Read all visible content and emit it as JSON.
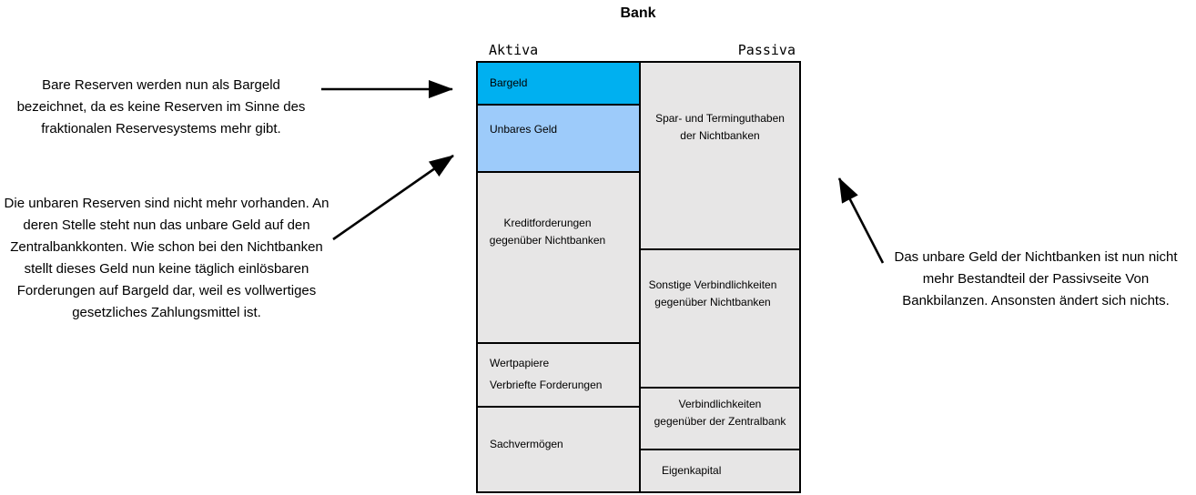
{
  "title": "Bank",
  "balance_sheet": {
    "aktiva_header": "Aktiva",
    "passiva_header": "Passiva",
    "assets": [
      {
        "label": "Bargeld",
        "color": "#00B0F0"
      },
      {
        "label": "Unbares Geld",
        "color": "#9DCBFA"
      },
      {
        "lines": [
          "Kreditforderungen",
          "gegenüber Nichtbanken"
        ],
        "color": "#E7E6E6"
      },
      {
        "lines": [
          "Wertpapiere",
          "Verbriefte Forderungen"
        ],
        "color": "#E7E6E6"
      },
      {
        "label": "Sachvermögen",
        "color": "#E7E6E6"
      }
    ],
    "liabilities": [
      {
        "lines": [
          "Spar- und Terminguthaben",
          "der Nichtbanken"
        ],
        "color": "#E7E6E6"
      },
      {
        "lines": [
          "Sonstige Verbindlichkeiten",
          "gegenüber Nichtbanken"
        ],
        "color": "#E7E6E6"
      },
      {
        "lines": [
          "Verbindlichkeiten",
          "gegenüber der Zentralbank"
        ],
        "color": "#E7E6E6"
      },
      {
        "label": "Eigenkapital",
        "color": "#E7E6E6"
      }
    ]
  },
  "annotations": {
    "left_top": {
      "lines": [
        "Bare Reserven werden nun als Bargeld bezeichnet,",
        "da es keine Reserven im Sinne des fraktionalen",
        "Reservesystems mehr gibt."
      ]
    },
    "left_bottom": {
      "lines": [
        "Die unbaren Reserven sind nicht mehr vorhanden.",
        "An deren Stelle steht nun das unbare Geld auf den",
        "Zentralbankkonten. Wie schon bei den Nichtbanken",
        "stellt dieses Geld nun keine täglich einlösbaren",
        "Forderungen auf Bargeld dar, weil es",
        "vollwertiges gesetzliches Zahlungsmittel ist."
      ]
    },
    "right": {
      "lines": [
        "Das unbare Geld der Nichtbanken ist nun",
        "nicht mehr Bestandteil der Passivseite",
        "Von Bankbilanzen. Ansonsten ändert sich nichts."
      ]
    }
  },
  "colors": {
    "bargeld_blue": "#00B0F0",
    "unbares_blue": "#9DCBFA",
    "box_gray": "#E7E6E6",
    "border_black": "#000000",
    "background": "#FFFFFF"
  }
}
